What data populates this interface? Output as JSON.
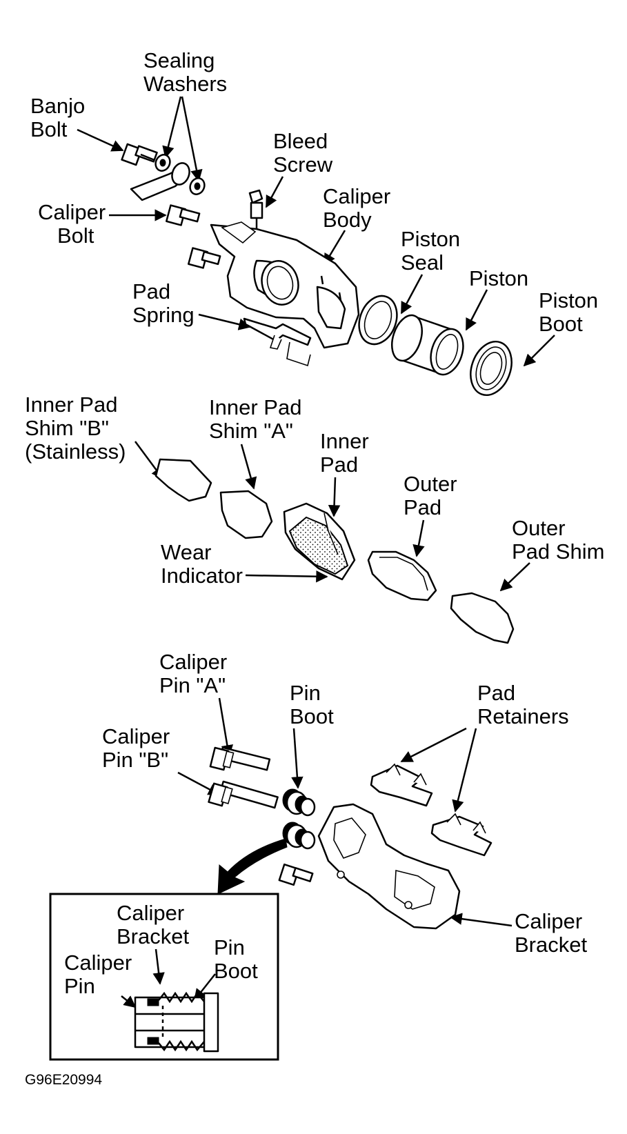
{
  "labels": {
    "sealing_washers": [
      "Sealing",
      "Washers"
    ],
    "banjo_bolt": [
      "Banjo",
      "Bolt"
    ],
    "bleed_screw": [
      "Bleed",
      "Screw"
    ],
    "caliper_bolt": [
      "Caliper",
      "Bolt"
    ],
    "caliper_body": [
      "Caliper",
      "Body"
    ],
    "piston_seal": [
      "Piston",
      "Seal"
    ],
    "piston": [
      "Piston"
    ],
    "piston_boot": [
      "Piston",
      "Boot"
    ],
    "pad_spring": [
      "Pad",
      "Spring"
    ],
    "inner_pad_shim_b": [
      "Inner Pad",
      "Shim \"B\"",
      "(Stainless)"
    ],
    "inner_pad_shim_a": [
      "Inner Pad",
      "Shim \"A\""
    ],
    "inner_pad": [
      "Inner",
      "Pad"
    ],
    "outer_pad": [
      "Outer",
      "Pad"
    ],
    "outer_pad_shim": [
      "Outer",
      "Pad Shim"
    ],
    "wear_indicator": [
      "Wear",
      "Indicator"
    ],
    "caliper_pin_a": [
      "Caliper",
      "Pin \"A\""
    ],
    "caliper_pin_b": [
      "Caliper",
      "Pin \"B\""
    ],
    "pin_boot": [
      "Pin",
      "Boot"
    ],
    "pad_retainers": [
      "Pad",
      "Retainers"
    ],
    "caliper_bracket": [
      "Caliper",
      "Bracket"
    ],
    "inset_caliper_bracket": [
      "Caliper",
      "Bracket"
    ],
    "inset_caliper_pin": [
      "Caliper",
      "Pin"
    ],
    "inset_pin_boot": [
      "Pin",
      "Boot"
    ]
  },
  "figure_code": "G96E20994"
}
